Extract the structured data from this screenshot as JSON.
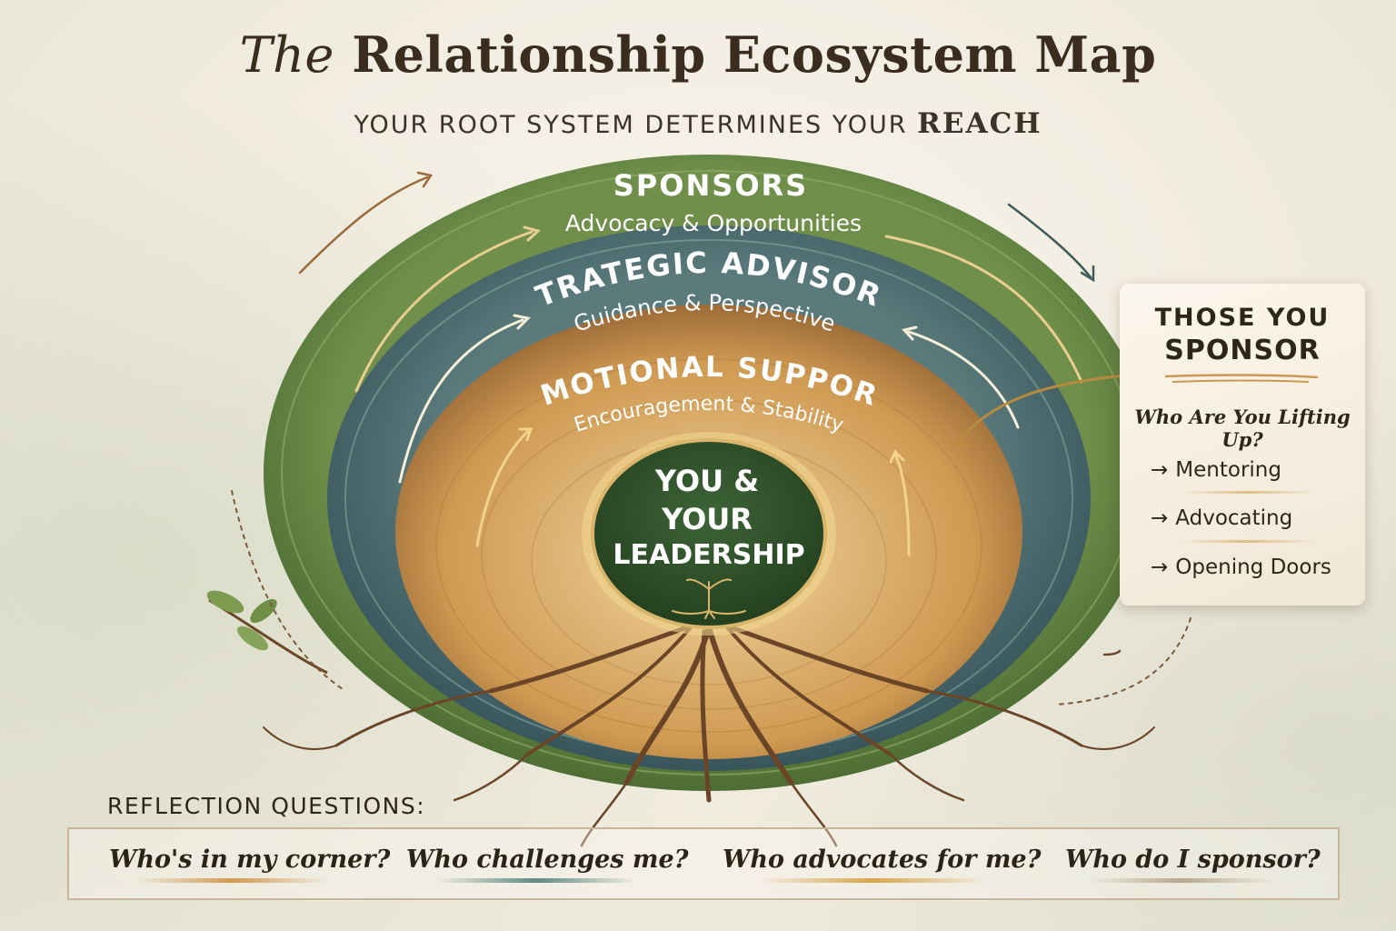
{
  "header": {
    "title_prefix": "The",
    "title_main": "Relationship Ecosystem Map",
    "subtitle_main": "YOUR ROOT SYSTEM DETERMINES YOUR",
    "subtitle_emphasis": "REACH"
  },
  "rings": [
    {
      "title": "SPONSORS",
      "subtitle": "Advocacy & Opportunities",
      "color": "#4f6f33"
    },
    {
      "title": "STRATEGIC ADVISORS",
      "subtitle": "Guidance & Perspective",
      "color": "#3d5a5e"
    },
    {
      "title": "EMOTIONAL SUPPORT",
      "subtitle": "Encouragement & Stability",
      "color": "#b07a3c"
    }
  ],
  "center": {
    "line1": "YOU &",
    "line2": "YOUR",
    "line3": "LEADERSHIP",
    "color": "#2f4f2a"
  },
  "sponsor_card": {
    "title_line1": "THOSE YOU",
    "title_line2": "SPONSOR",
    "question": "Who Are You Lifting Up?",
    "items": [
      {
        "arrow": "→",
        "label": "Mentoring"
      },
      {
        "arrow": "→",
        "label": "Advocating"
      },
      {
        "arrow": "→",
        "label": "Opening Doors"
      }
    ]
  },
  "reflection": {
    "label": "REFLECTION QUESTIONS:",
    "questions": [
      {
        "text": "Who's in my corner?",
        "underline_color": "#d19a55"
      },
      {
        "text": "Who challenges me?",
        "underline_color": "#5f8a83"
      },
      {
        "text": "Who advocates for me?",
        "underline_color": "#d8a650"
      },
      {
        "text": "Who do I sponsor?",
        "underline_color": "#b8a88f"
      }
    ]
  }
}
